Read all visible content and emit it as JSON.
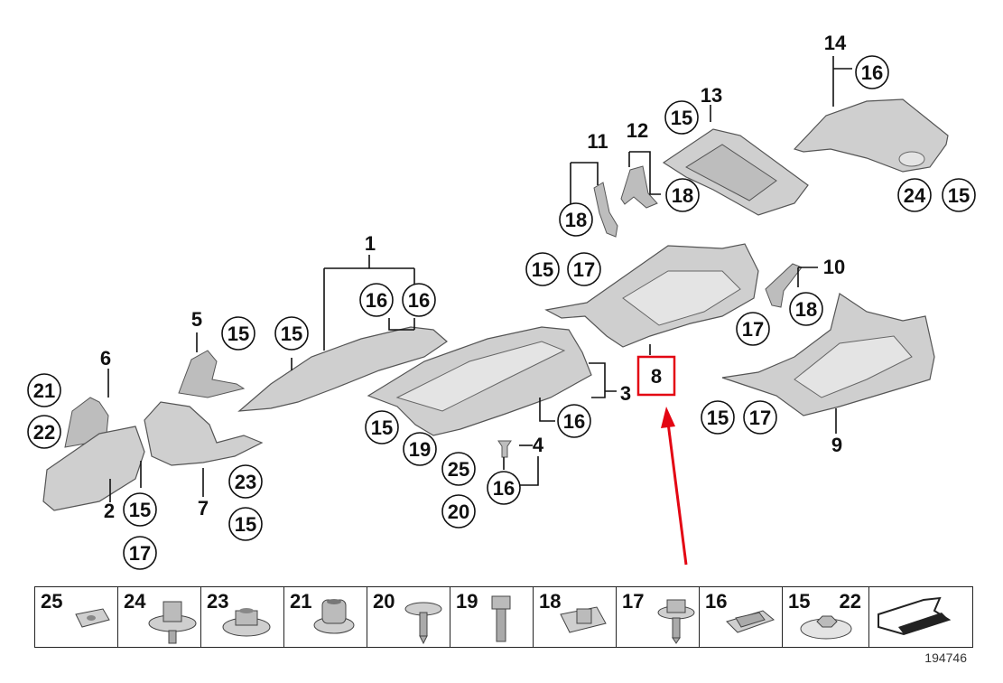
{
  "callouts": {
    "c14": "14",
    "c16a": "16",
    "c13": "13",
    "c15a": "15",
    "c11": "11",
    "c12": "12",
    "c18a": "18",
    "c18b": "18",
    "c24": "24",
    "c15b": "15",
    "c1": "1",
    "c16b": "16",
    "c16c": "16",
    "c15c": "15",
    "c17a": "17",
    "c10": "10",
    "c18c": "18",
    "c17b": "17",
    "c5": "5",
    "c15d": "15",
    "c15e": "15",
    "c6": "6",
    "c21": "21",
    "c22": "22",
    "c3": "3",
    "c8": "8",
    "c16d": "16",
    "c15f": "15",
    "c17c": "17",
    "c9": "9",
    "c15g": "15",
    "c19": "19",
    "c4": "4",
    "c25": "25",
    "c16e": "16",
    "c20": "20",
    "c2": "2",
    "c15h": "15",
    "c17d": "17",
    "c7": "7",
    "c23": "23",
    "c15i": "15"
  },
  "legend": [
    {
      "num": "25",
      "icon": "speed-nut-icon"
    },
    {
      "num": "24",
      "icon": "collar-bolt-icon"
    },
    {
      "num": "23",
      "icon": "collar-nut-icon"
    },
    {
      "num": "21",
      "icon": "expanding-nut-icon"
    },
    {
      "num": "20",
      "icon": "screw-washer-icon"
    },
    {
      "num": "19",
      "icon": "hex-bolt-icon"
    },
    {
      "num": "18",
      "icon": "clip-nut-icon"
    },
    {
      "num": "17",
      "icon": "flange-screw-icon"
    },
    {
      "num": "16",
      "icon": "spring-clip-icon"
    },
    {
      "num": "15",
      "num2": "22",
      "icon": "hex-nut-washer-icon"
    },
    {
      "num": "",
      "icon": "arrow-icon"
    }
  ],
  "catalog_number": "194746",
  "highlight_color": "#e30613"
}
